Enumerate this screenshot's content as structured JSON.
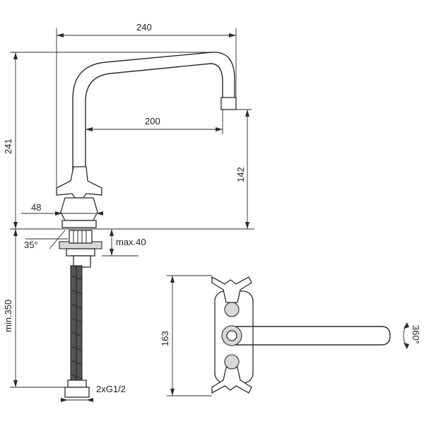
{
  "dimensions": {
    "spout_reach": "240",
    "spout_inner_reach": "200",
    "total_height": "241",
    "spout_outlet_height": "142",
    "body_width": "48",
    "mounting_angle": "35°",
    "max_deck_thickness": "max.40",
    "hose_length": "min.350",
    "connection": "2xG1/2",
    "top_view_width": "163",
    "swivel_angle": "360°"
  }
}
